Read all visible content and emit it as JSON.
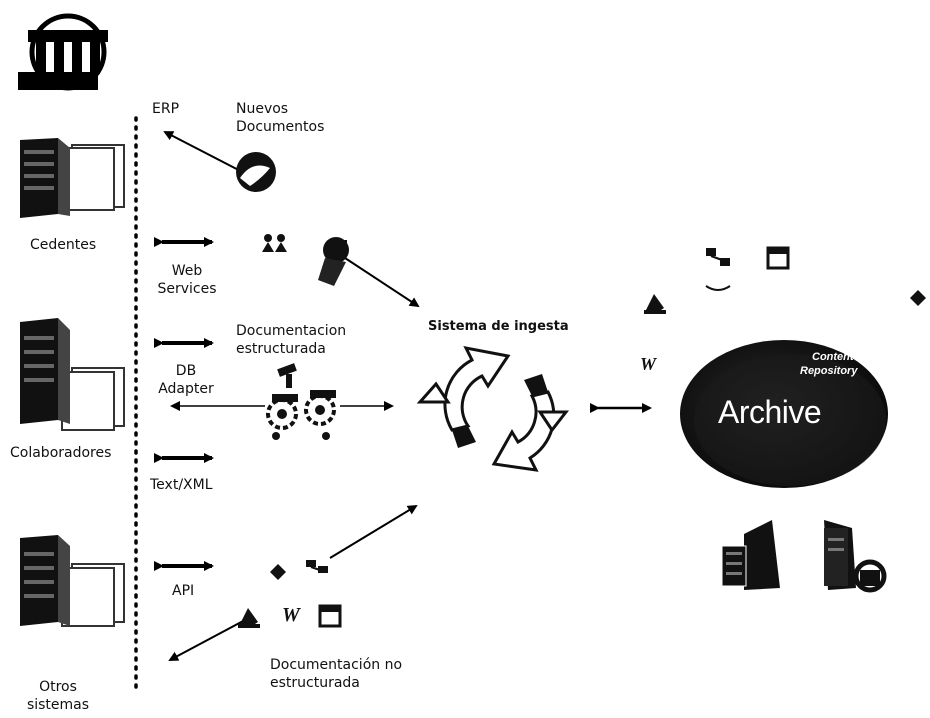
{
  "sources": {
    "cedentes": "Cedentes",
    "colaboradores": "Colaboradores",
    "otros_line1": "Otros",
    "otros_line2": "sistemas"
  },
  "channels": {
    "erp": "ERP",
    "web_line1": "Web",
    "web_line2": "Services",
    "db_line1": "DB",
    "db_line2": "Adapter",
    "textxml": "Text/XML",
    "api": "API"
  },
  "docs": {
    "nuevos_line1": "Nuevos",
    "nuevos_line2": "Documentos",
    "estructurada_line1": "Documentacion",
    "estructurada_line2": "estructurada",
    "no_estructurada_line1": "Documentación no",
    "no_estructurada_line2": "estructurada"
  },
  "ingest": {
    "title": "Sistema de ingesta"
  },
  "repository": {
    "line1": "Content",
    "line2": "Repository",
    "archive": "Archive"
  },
  "icons": {
    "word": "W"
  }
}
